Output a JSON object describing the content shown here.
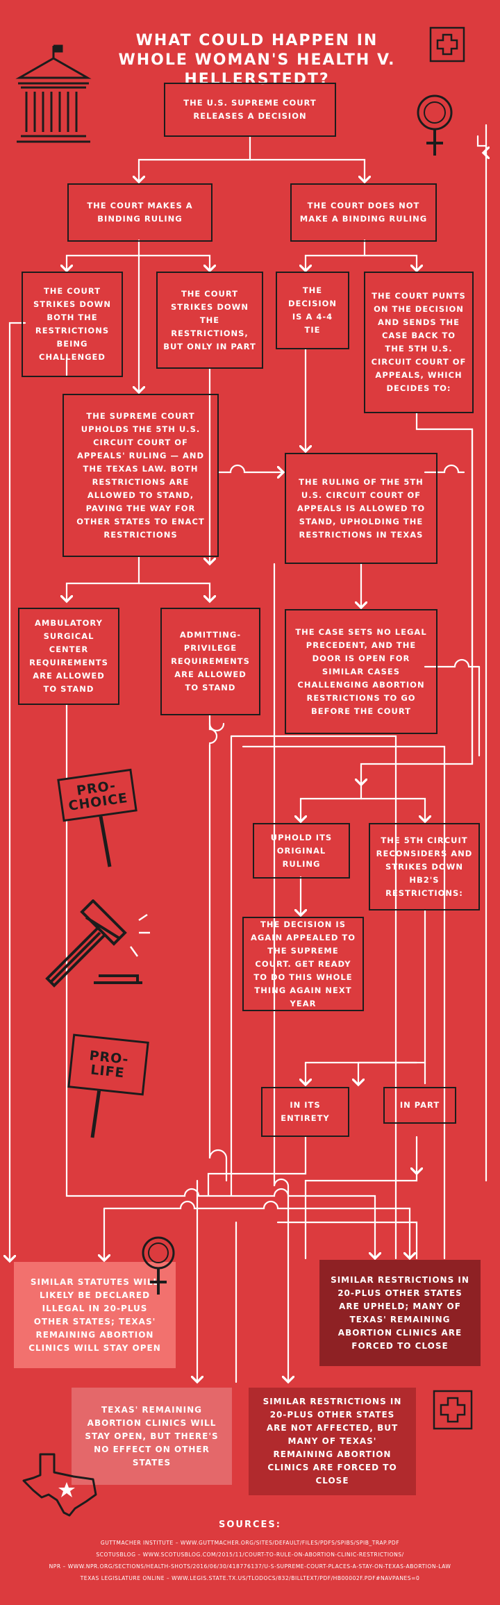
{
  "title": "WHAT COULD HAPPEN IN WHOLE WOMAN'S HEALTH V. HELLERSTEDT?",
  "nodes": {
    "start": "THE U.S. SUPREME COURT RELEASES A DECISION",
    "binding": "THE COURT MAKES A BINDING RULING",
    "nonbinding": "THE COURT DOES NOT MAKE A BINDING RULING",
    "strikes_both": "THE COURT STRIKES DOWN BOTH THE RESTRICTIONS BEING CHALLENGED",
    "strikes_part": "THE COURT STRIKES DOWN THE RESTRICTIONS, BUT ONLY IN PART",
    "tie": "THE DECISION IS A 4-4 TIE",
    "punts": "THE COURT PUNTS ON THE DECISION AND SENDS THE CASE BACK TO THE 5TH U.S. CIRCUIT COURT OF APPEALS, WHICH DECIDES TO:",
    "upholds": "THE SUPREME COURT UPHOLDS THE 5TH U.S. CIRCUIT COURT OF APPEALS' RULING — AND THE TEXAS LAW. BOTH RESTRICTIONS ARE ALLOWED TO STAND, PAVING THE WAY FOR OTHER STATES TO ENACT RESTRICTIONS",
    "fifth_stands": "THE RULING OF THE 5TH U.S. CIRCUIT COURT OF APPEALS IS ALLOWED TO STAND, UPHOLDING THE RESTRICTIONS IN TEXAS",
    "ambulatory": "AMBULATORY SURGICAL CENTER REQUIREMENTS ARE ALLOWED TO STAND",
    "admitting": "ADMITTING-PRIVILEGE REQUIREMENTS ARE ALLOWED TO STAND",
    "no_precedent": "THE CASE SETS NO LEGAL PRECEDENT, AND THE DOOR IS OPEN FOR SIMILAR CASES CHALLENGING ABORTION RESTRICTIONS TO GO BEFORE THE COURT",
    "uphold_original": "UPHOLD ITS ORIGINAL RULING",
    "reconsiders": "THE 5TH CIRCUIT RECONSIDERS AND STRIKES DOWN HB2'S RESTRICTIONS:",
    "appealed": "THE DECISION IS AGAIN APPEALED TO THE SUPREME COURT. GET READY TO DO THIS WHOLE THING AGAIN NEXT YEAR",
    "entirety": "IN ITS ENTIRETY",
    "in_part": "IN PART"
  },
  "outcomes": {
    "illegal": "SIMILAR STATUTES WILL LIKELY BE DECLARED ILLEGAL IN 20-PLUS OTHER STATES; TEXAS' REMAINING ABORTION CLINICS WILL STAY OPEN",
    "upheld": "SIMILAR RESTRICTIONS IN 20-PLUS OTHER STATES ARE UPHELD; MANY OF TEXAS' REMAINING ABORTION CLINICS ARE FORCED TO CLOSE",
    "stay_open": "TEXAS' REMAINING ABORTION CLINICS WILL STAY OPEN, BUT THERE'S NO EFFECT ON OTHER STATES",
    "not_affected": "SIMILAR RESTRICTIONS IN 20-PLUS OTHER STATES ARE NOT AFFECTED, BUT MANY OF TEXAS' REMAINING ABORTION CLINICS ARE FORCED TO CLOSE"
  },
  "signs": {
    "pro_choice": "PRO-CHOICE",
    "pro_life": "PRO-LIFE"
  },
  "sources": {
    "heading": "SOURCES:",
    "items": [
      "GUTTMACHER INSTITUTE – WWW.GUTTMACHER.ORG/SITES/DEFAULT/FILES/PDFS/SPIBS/SPIB_TRAP.PDF",
      "SCOTUSBLOG – WWW.SCOTUSBLOG.COM/2015/11/COURT-TO-RULE-ON-ABORTION-CLINIC-RESTRICTIONS/",
      "NPR – WWW.NPR.ORG/SECTIONS/HEALTH-SHOTS/2016/06/30/418776137/U-S-SUPREME-COURT-PLACES-A-STAY-ON-TEXAS-ABORTION-LAW",
      "TEXAS LEGISLATURE ONLINE – WWW.LEGIS.STATE.TX.US/TLODOCS/832/BILLTEXT/PDF/HB00002F.PDF#NAVPANES=0"
    ]
  },
  "colors": {
    "background": "#dc3b3e",
    "line": "#ffffff",
    "border": "#1c1c1c",
    "outcome_light": "#f2716e",
    "outcome_dark": "#8e2124",
    "outcome_mid_light": "#e4686a",
    "outcome_mid_dark": "#b12a2d"
  }
}
